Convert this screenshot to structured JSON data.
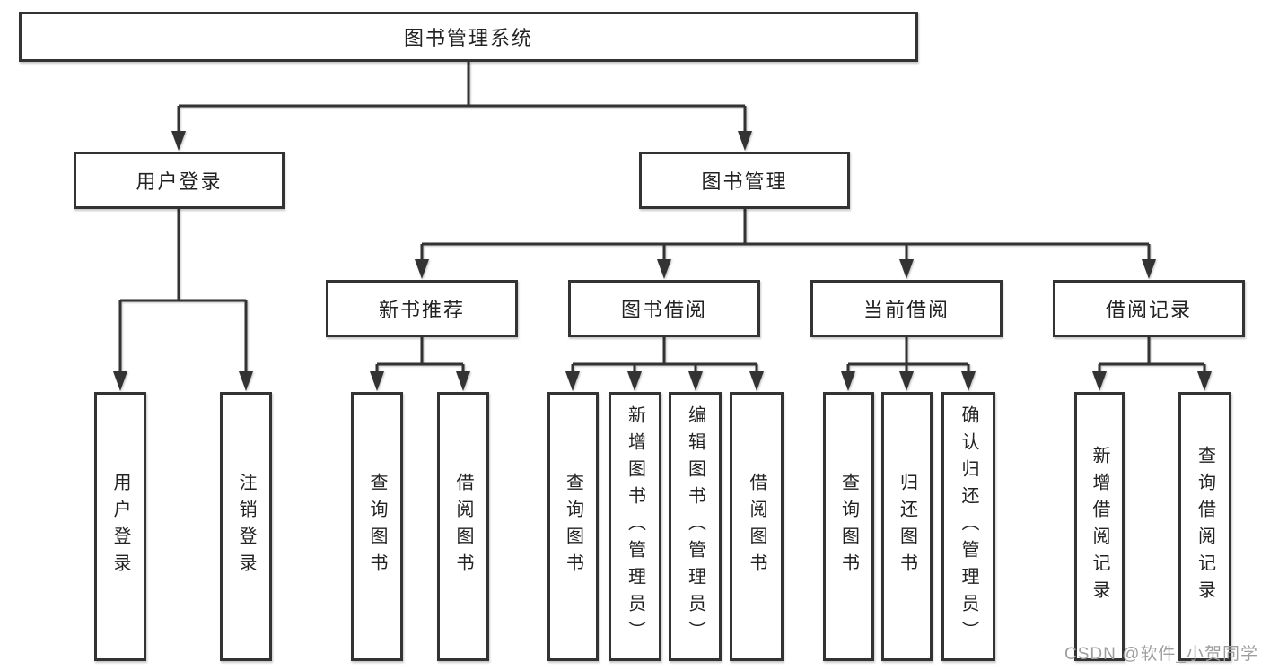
{
  "diagram": {
    "title_note": "functional decomposition tree",
    "root": {
      "label": "图书管理系统"
    },
    "level2": [
      {
        "label": "用户登录"
      },
      {
        "label": "图书管理"
      }
    ],
    "level3": [
      {
        "label": "新书推荐"
      },
      {
        "label": "图书借阅"
      },
      {
        "label": "当前借阅"
      },
      {
        "label": "借阅记录"
      }
    ],
    "leaves": [
      {
        "label": "用户登录",
        "parent": "用户登录"
      },
      {
        "label": "注销登录",
        "parent": "用户登录"
      },
      {
        "label": "查询图书",
        "parent": "新书推荐"
      },
      {
        "label": "借阅图书",
        "parent": "新书推荐"
      },
      {
        "label": "查询图书",
        "parent": "图书借阅"
      },
      {
        "label": "新增图书（管理员）",
        "parent": "图书借阅"
      },
      {
        "label": "编辑图书（管理员）",
        "parent": "图书借阅"
      },
      {
        "label": "借阅图书",
        "parent": "图书借阅"
      },
      {
        "label": "查询图书",
        "parent": "当前借阅"
      },
      {
        "label": "归还图书",
        "parent": "当前借阅"
      },
      {
        "label": "确认归还（管理员）",
        "parent": "当前借阅"
      },
      {
        "label": "新增借阅记录",
        "parent": "借阅记录"
      },
      {
        "label": "查询借阅记录",
        "parent": "借阅记录"
      }
    ]
  },
  "watermark": {
    "text": "CSDN @软件_小贺同学",
    "color": "#9e9e9e"
  },
  "colors": {
    "line": "#333333",
    "box_border": "#333333",
    "box_fill": "#ffffff",
    "text": "#222222"
  }
}
